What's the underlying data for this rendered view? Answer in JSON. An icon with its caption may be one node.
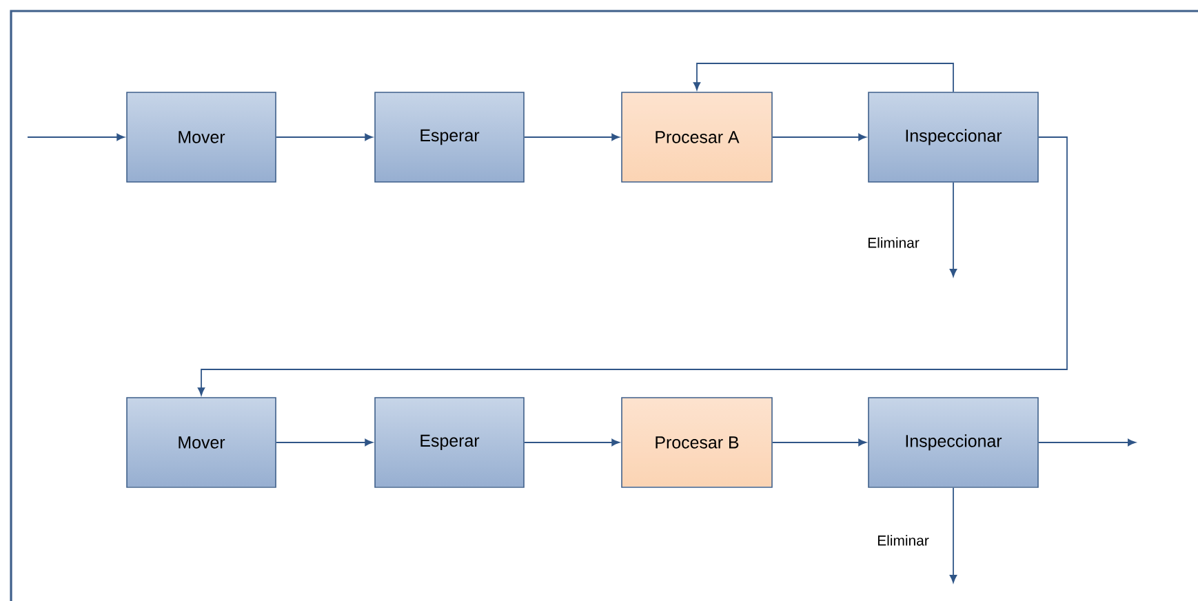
{
  "diagram": {
    "nodes": [
      {
        "text": [
          "Mover"
        ]
      },
      {
        "text": [
          "Esperar"
        ]
      },
      {
        "text": [
          "Procesar A"
        ]
      },
      {
        "text": [
          "Inspeccionar"
        ]
      },
      {
        "text": [
          "Mover"
        ]
      },
      {
        "text": [
          "Esperar"
        ]
      },
      {
        "text": [
          "Procesar B"
        ]
      },
      {
        "text": [
          "Inspeccionar"
        ]
      }
    ],
    "edges": [
      {
        "from": null,
        "to": 0,
        "arrow": "to"
      },
      {
        "from": 0,
        "to": 1,
        "arrow": "to"
      },
      {
        "from": 1,
        "to": 2,
        "arrow": "to"
      },
      {
        "from": 2,
        "to": 3,
        "arrow": "to"
      },
      {
        "from": 3,
        "to": 2,
        "arrow": "to"
      },
      {
        "from": 3,
        "to": null,
        "arrow": "to",
        "label": "Eliminar"
      },
      {
        "from": 3,
        "to": 4,
        "arrow": "to"
      },
      {
        "from": 4,
        "to": 5,
        "arrow": "to"
      },
      {
        "from": 5,
        "to": 6,
        "arrow": "to"
      },
      {
        "from": 6,
        "to": 7,
        "arrow": "to"
      },
      {
        "from": 7,
        "to": null,
        "arrow": "to"
      },
      {
        "from": 7,
        "to": null,
        "arrow": "to",
        "label": "Eliminar"
      }
    ]
  }
}
